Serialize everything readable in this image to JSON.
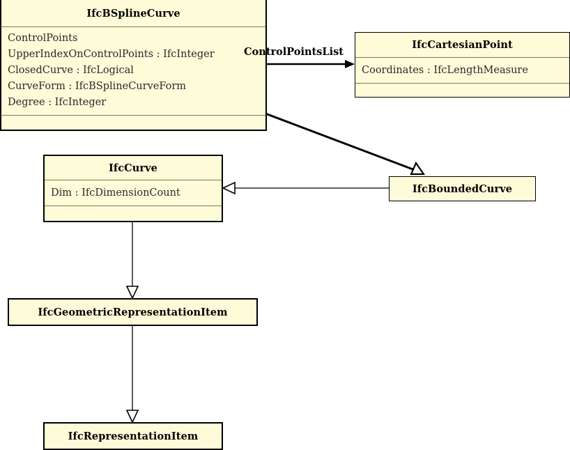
{
  "diagram": {
    "type": "uml-class-diagram",
    "background": "#ffffff",
    "class_fill": "#fdfbd8",
    "class_border": "#000000",
    "divider_color": "#7d7a58"
  },
  "classes": {
    "bspline_curve": {
      "name": "IfcBSplineCurve",
      "attributes": [
        "ControlPoints",
        "UpperIndexOnControlPoints : IfcInteger",
        "ClosedCurve : IfcLogical",
        "CurveForm : IfcBSplineCurveForm",
        "Degree : IfcInteger"
      ]
    },
    "cartesian_point": {
      "name": "IfcCartesianPoint",
      "attributes": [
        "Coordinates : IfcLengthMeasure"
      ]
    },
    "curve": {
      "name": "IfcCurve",
      "attributes": [
        "Dim : IfcDimensionCount"
      ]
    },
    "bounded_curve": {
      "name": "IfcBoundedCurve"
    },
    "geometric_representation_item": {
      "name": "IfcGeometricRepresentationItem"
    },
    "representation_item": {
      "name": "IfcRepresentationItem"
    }
  },
  "edges": {
    "control_points_list": {
      "label": "ControlPointsList",
      "kind": "association",
      "from": "IfcBSplineCurve",
      "to": "IfcCartesianPoint"
    },
    "bspline_to_bounded": {
      "label": "",
      "kind": "generalization",
      "from": "IfcBSplineCurve",
      "to": "IfcBoundedCurve"
    },
    "bounded_to_curve": {
      "label": "",
      "kind": "generalization",
      "from": "IfcBoundedCurve",
      "to": "IfcCurve"
    },
    "curve_to_geometric": {
      "label": "",
      "kind": "generalization",
      "from": "IfcCurve",
      "to": "IfcGeometricRepresentationItem"
    },
    "geometric_to_representation": {
      "label": "",
      "kind": "generalization",
      "from": "IfcGeometricRepresentationItem",
      "to": "IfcRepresentationItem"
    }
  }
}
